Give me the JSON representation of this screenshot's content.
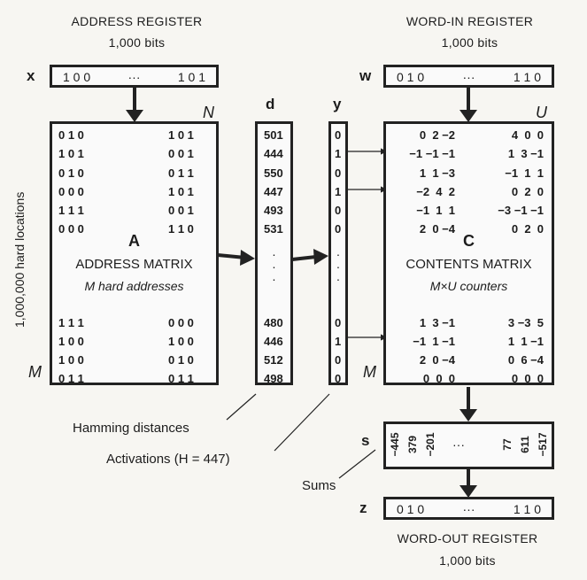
{
  "address_register": {
    "title": "ADDRESS REGISTER",
    "bits": "1,000 bits",
    "var": "x",
    "left": "1 0 0",
    "ellipsis": "···",
    "right": "1 0 1"
  },
  "word_in_register": {
    "title": "WORD-IN REGISTER",
    "bits": "1,000 bits",
    "var": "w",
    "left": "0 1 0",
    "ellipsis": "···",
    "right": "1 1 0"
  },
  "word_out_register": {
    "title": "WORD-OUT REGISTER",
    "bits": "1,000 bits",
    "var": "z",
    "left": "0 1 0",
    "ellipsis": "···",
    "right": "1 1 0"
  },
  "side_label": "1,000,000 hard locations",
  "address_matrix": {
    "corner_n": "N",
    "corner_m": "M",
    "letter": "A",
    "title": "ADDRESS MATRIX",
    "subtitle": "M hard addresses",
    "top_rows": [
      {
        "l": "0 1 0",
        "r": "1 0 1"
      },
      {
        "l": "1 0 1",
        "r": "0 0 1"
      },
      {
        "l": "0 1 0",
        "r": "0 1 1"
      },
      {
        "l": "0 0 0",
        "r": "1 0 1"
      },
      {
        "l": "1 1 1",
        "r": "0 0 1"
      },
      {
        "l": "0 0 0",
        "r": "1 1 0"
      }
    ],
    "bottom_rows": [
      {
        "l": "1 1 1",
        "r": "0 0 0"
      },
      {
        "l": "1 0 0",
        "r": "1 0 0"
      },
      {
        "l": "1 0 0",
        "r": "0 1 0"
      },
      {
        "l": "0 1 1",
        "r": "0 1 1"
      }
    ]
  },
  "d_column": {
    "label": "d",
    "top": [
      "501",
      "444",
      "550",
      "447",
      "493",
      "531"
    ],
    "bottom": [
      "480",
      "446",
      "512",
      "498"
    ],
    "dots": "·\n·\n·"
  },
  "y_column": {
    "label": "y",
    "top": [
      "0",
      "1",
      "0",
      "1",
      "0",
      "0"
    ],
    "bottom": [
      "0",
      "1",
      "0",
      "0"
    ],
    "dots": "·\n·\n·"
  },
  "contents_matrix": {
    "corner_u": "U",
    "corner_m": "M",
    "letter": "C",
    "title": "CONTENTS MATRIX",
    "subtitle": "M×U counters",
    "top_rows": [
      {
        "l": "0  2 −2",
        "r": "4  0  0"
      },
      {
        "l": "−1 −1 −1",
        "r": "1  3 −1"
      },
      {
        "l": "1  1 −3",
        "r": "−1  1  1"
      },
      {
        "l": "−2  4  2",
        "r": "0  2  0"
      },
      {
        "l": "−1  1  1",
        "r": "−3 −1 −1"
      },
      {
        "l": "2  0 −4",
        "r": "0  2  0"
      }
    ],
    "bottom_rows": [
      {
        "l": "1  3 −1",
        "r": "3 −3  5"
      },
      {
        "l": "−1  1 −1",
        "r": "1  1 −1"
      },
      {
        "l": "2  0 −4",
        "r": "0  6 −4"
      },
      {
        "l": "0  0  0",
        "r": "0  0  0"
      }
    ]
  },
  "sums": {
    "var": "s",
    "values_left": [
      "−445",
      "379",
      "−201"
    ],
    "ellipsis": "···",
    "values_right": [
      "77",
      "611",
      "−517"
    ]
  },
  "annotations": {
    "hamming": "Hamming distances",
    "activations": "Activations (H = 447)",
    "sums": "Sums"
  }
}
